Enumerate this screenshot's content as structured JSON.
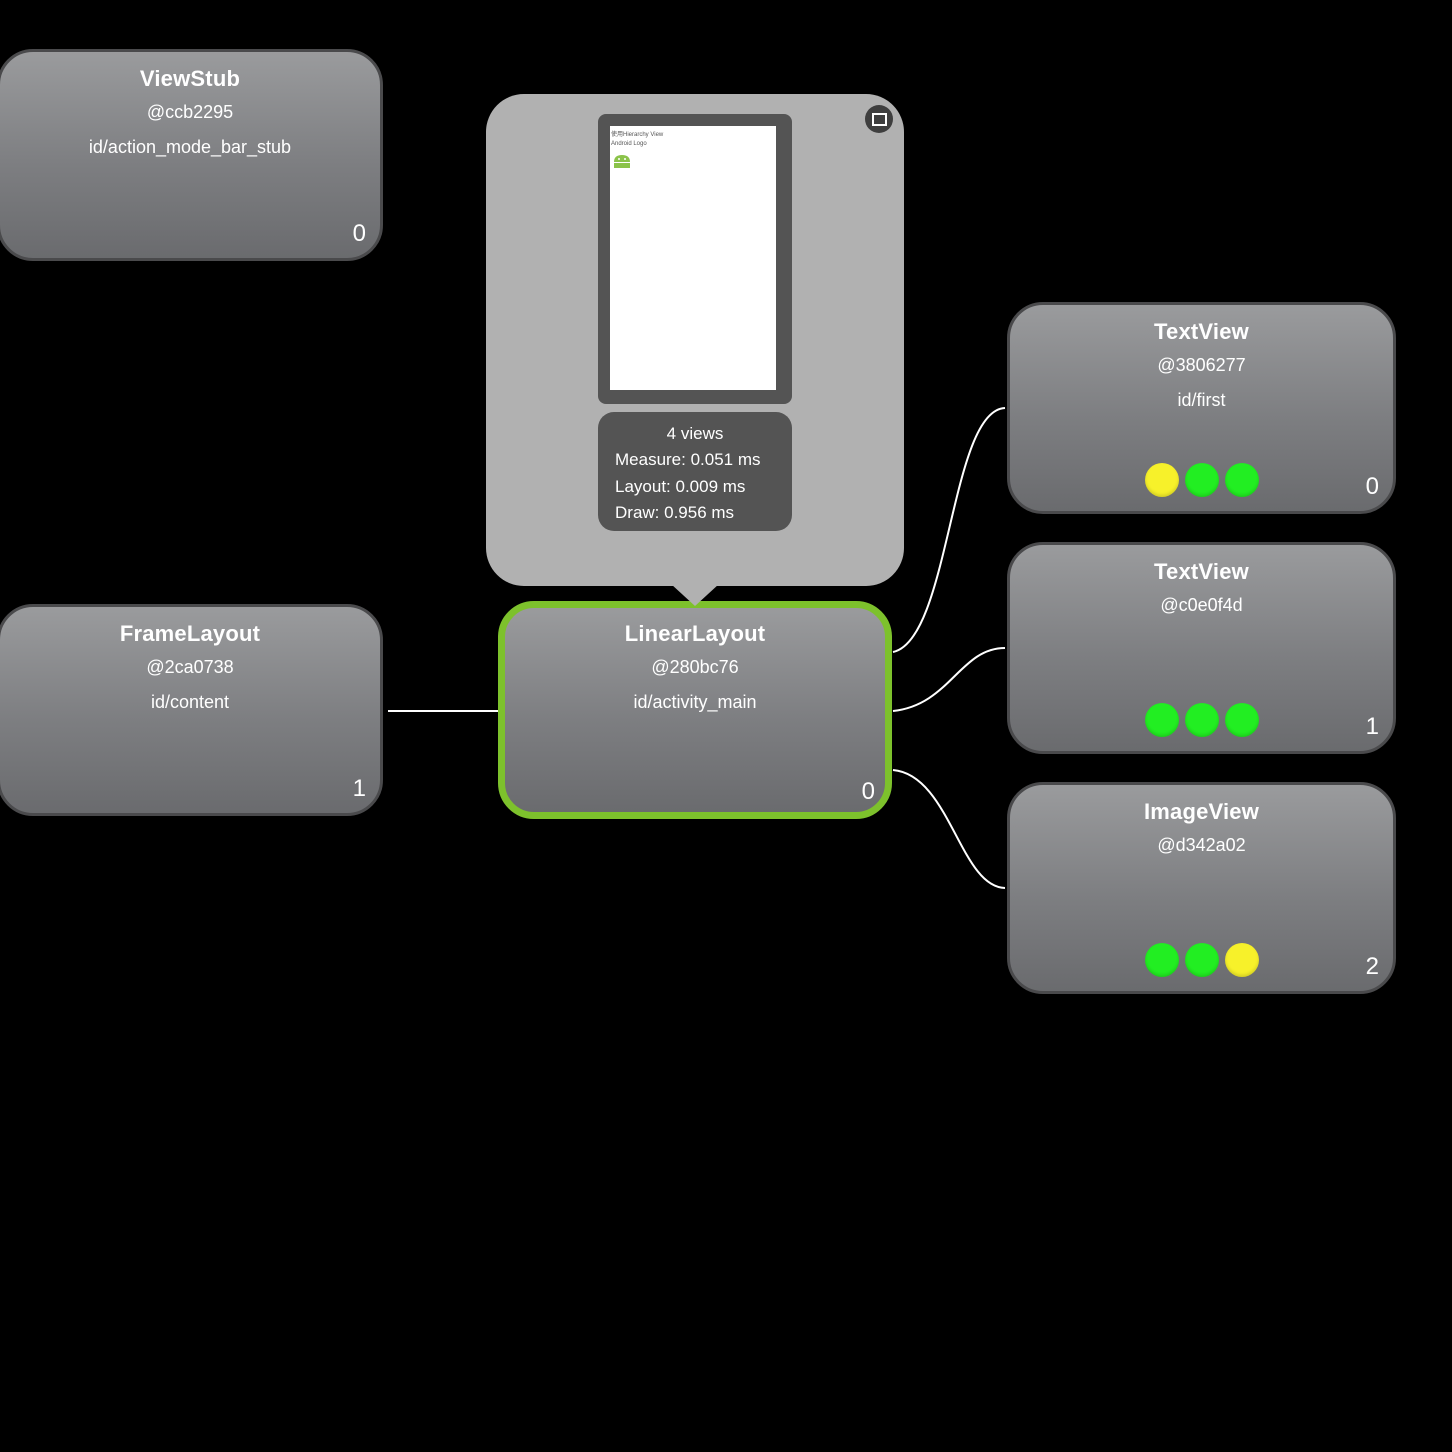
{
  "nodes": {
    "viewstub": {
      "class_name": "ViewStub",
      "hash": "@ccb2295",
      "view_id": "id/action_mode_bar_stub",
      "index": "0"
    },
    "framelayout": {
      "class_name": "FrameLayout",
      "hash": "@2ca0738",
      "view_id": "id/content",
      "index": "1"
    },
    "linearlayout": {
      "class_name": "LinearLayout",
      "hash": "@280bc76",
      "view_id": "id/activity_main",
      "index": "0",
      "selected": true
    },
    "textview_first": {
      "class_name": "TextView",
      "hash": "@3806277",
      "view_id": "id/first",
      "index": "0",
      "lights": [
        "yellow",
        "green",
        "green"
      ]
    },
    "textview_second": {
      "class_name": "TextView",
      "hash": "@c0e0f4d",
      "view_id": "",
      "index": "1",
      "lights": [
        "green",
        "green",
        "green"
      ]
    },
    "imageview": {
      "class_name": "ImageView",
      "hash": "@d342a02",
      "view_id": "",
      "index": "2",
      "lights": [
        "green",
        "green",
        "yellow"
      ]
    }
  },
  "popup": {
    "preview_lines": [
      "使用Hierarchy View",
      "Android Logo"
    ],
    "views_count": "4 views",
    "measure": "Measure: 0.051 ms",
    "layout": "Layout: 0.009 ms",
    "draw": "Draw: 0.956 ms"
  },
  "colors": {
    "background": "#000000",
    "selected_border": "#7dc12c",
    "light_green": "#22ee22",
    "light_yellow": "#f7f12a",
    "android_green": "#8bc34a",
    "wire": "#ffffff"
  }
}
